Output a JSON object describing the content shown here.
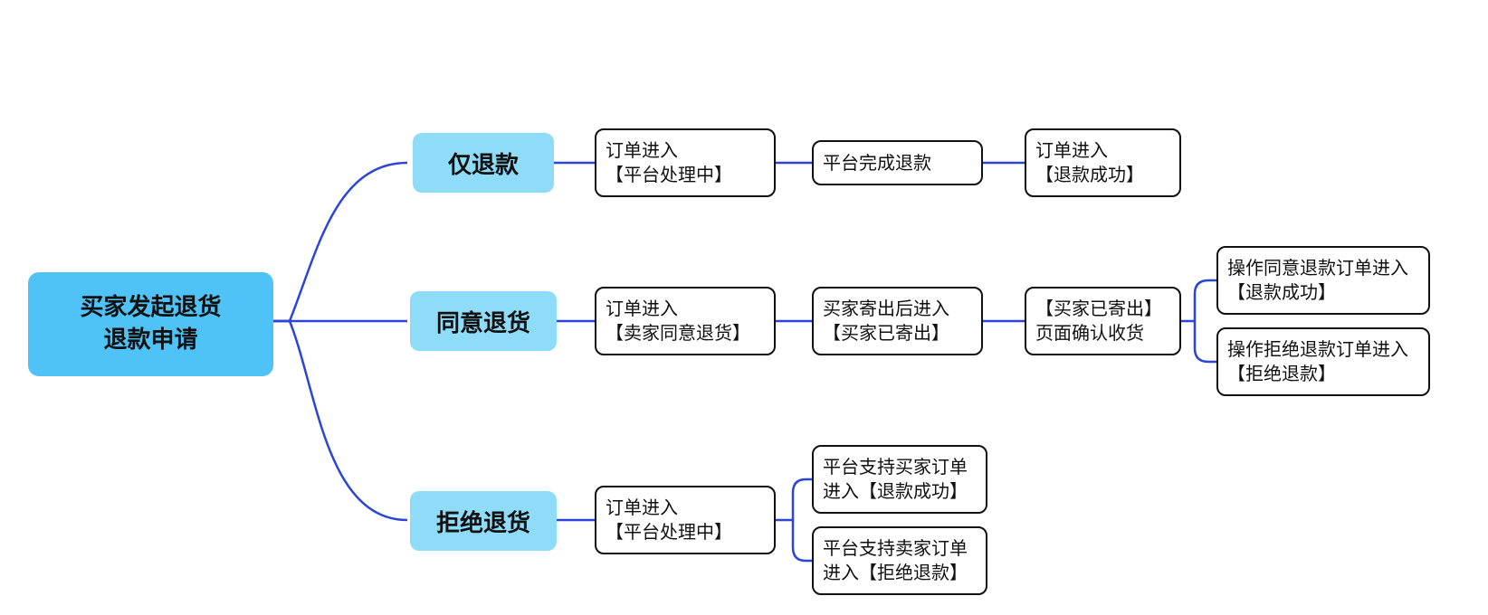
{
  "root": {
    "label": "买家发起退货\n退款申请"
  },
  "branches": [
    {
      "label": "仅退款",
      "steps": [
        "订单进入\n【平台处理中】",
        "平台完成退款",
        "订单进入\n【退款成功】"
      ]
    },
    {
      "label": "同意退货",
      "steps": [
        "订单进入\n【卖家同意退货】",
        "买家寄出后进入\n【买家已寄出】",
        "【买家已寄出】\n页面确认收货"
      ],
      "outcomes": [
        "操作同意退款订单进入\n【退款成功】",
        "操作拒绝退款订单进入\n【拒绝退款】"
      ]
    },
    {
      "label": "拒绝退货",
      "steps": [
        "订单进入\n【平台处理中】"
      ],
      "outcomes": [
        "平台支持买家订单\n进入【退款成功】",
        "平台支持卖家订单\n进入【拒绝退款】"
      ]
    }
  ],
  "colors": {
    "connector": "#2a45d8",
    "root_fill": "#4fc3f7",
    "branch_fill": "#8fdcf9",
    "node_border": "#111111"
  }
}
